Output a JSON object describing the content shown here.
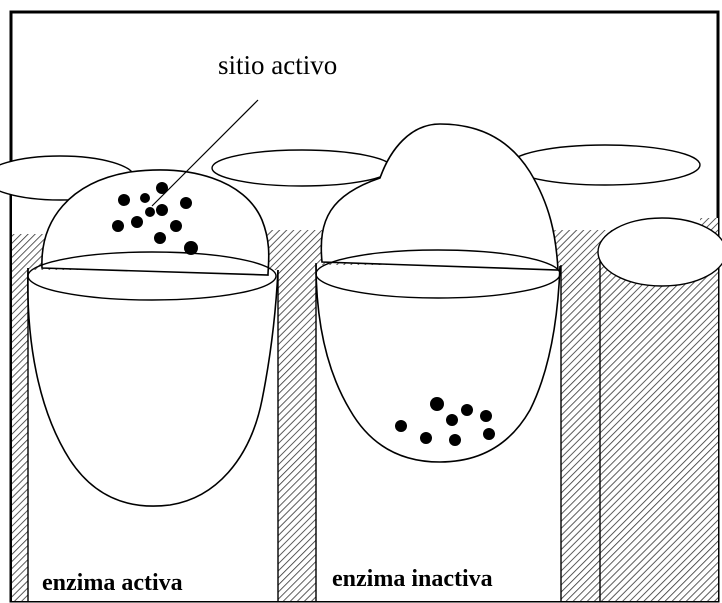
{
  "labels": {
    "active_site": "sitio activo",
    "active_enzyme": "enzima activa",
    "inactive_enzyme": "enzima inactiva"
  },
  "colors": {
    "ink": "#000000",
    "paper": "#ffffff",
    "hatch": "#222222"
  }
}
